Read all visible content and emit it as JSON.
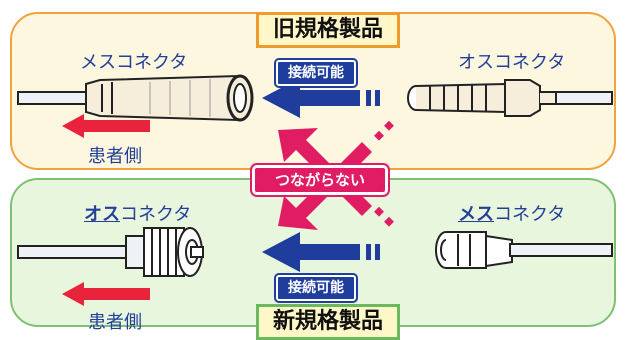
{
  "old": {
    "title": "旧規格製品",
    "left_label": "メスコネクタ",
    "right_label": "オスコネクタ",
    "badge": "接続可能",
    "patient": "患者側"
  },
  "new": {
    "title": "新規格製品",
    "left_label_bold": "オス",
    "left_label_rest": "コネクタ",
    "right_label_bold": "メス",
    "right_label_rest": "コネクタ",
    "badge": "接続可能",
    "patient": "患者側"
  },
  "cross_label": "つながらない",
  "colors": {
    "old_panel_border": "#f0a33c",
    "old_panel_fill": "#fdf7df",
    "new_panel_border": "#7dc173",
    "new_panel_fill": "#e7f6dd",
    "blue_arrow": "#1e3d9d",
    "red_arrow": "#e8233b",
    "magenta_cross": "#e01c63",
    "label_text": "#233f98"
  }
}
